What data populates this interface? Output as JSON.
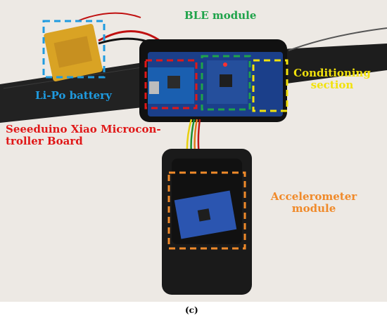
{
  "labels": {
    "battery": "Li-Po battery",
    "ble": "BLE module",
    "conditioning": "Conditioning section",
    "mcu": "Seeeduino Xiao Microcontroller Board",
    "mcu_line1": "Seeeduino Xiao Microcon-",
    "mcu_line2": "troller Board",
    "accelerometer": "Accelerometer module",
    "caption": "(c)"
  },
  "colors": {
    "battery": "#1f9be0",
    "ble": "#1fa34a",
    "conditioning": "#f2e20c",
    "mcu": "#e01818",
    "accelerometer": "#f08a2a"
  }
}
